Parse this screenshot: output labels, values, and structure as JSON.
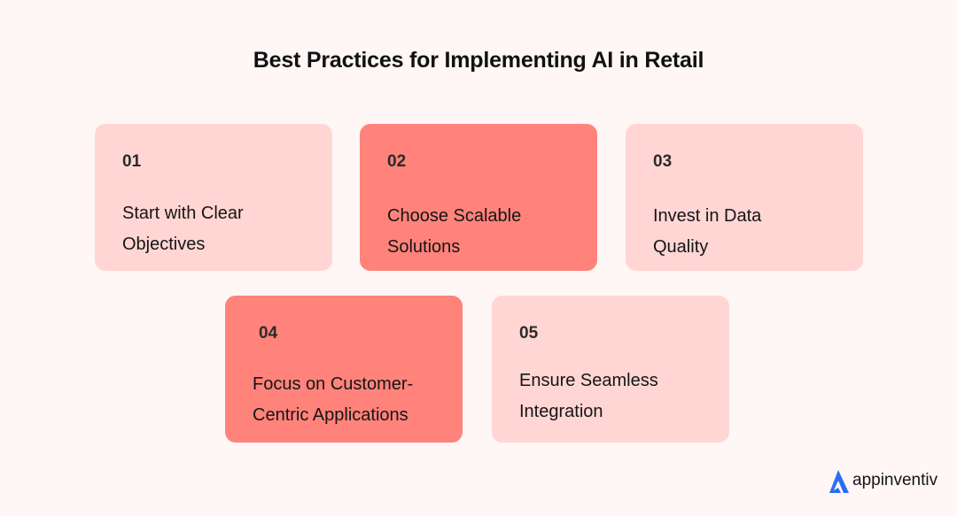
{
  "title": "Best Practices for Implementing AI in Retail",
  "cards": [
    {
      "number": "01",
      "label": "Start with Clear Objectives",
      "color": "#ffd6d4"
    },
    {
      "number": "02",
      "label": "Choose Scalable Solutions",
      "color": "#ff837b"
    },
    {
      "number": "03",
      "label": "Invest in Data Quality",
      "color": "#ffd6d4"
    },
    {
      "number": "04",
      "label": "Focus on Customer-Centric Applications",
      "color": "#ff837b"
    },
    {
      "number": "05",
      "label": "Ensure Seamless Integration",
      "color": "#ffd6d4"
    }
  ],
  "brand": {
    "name": "appinventiv",
    "icon": "appinventiv-logo-icon",
    "accent": "#2a6ef0"
  },
  "colors": {
    "background": "#fff6f6",
    "light_card": "#ffd6d4",
    "dark_card": "#ff837b"
  }
}
